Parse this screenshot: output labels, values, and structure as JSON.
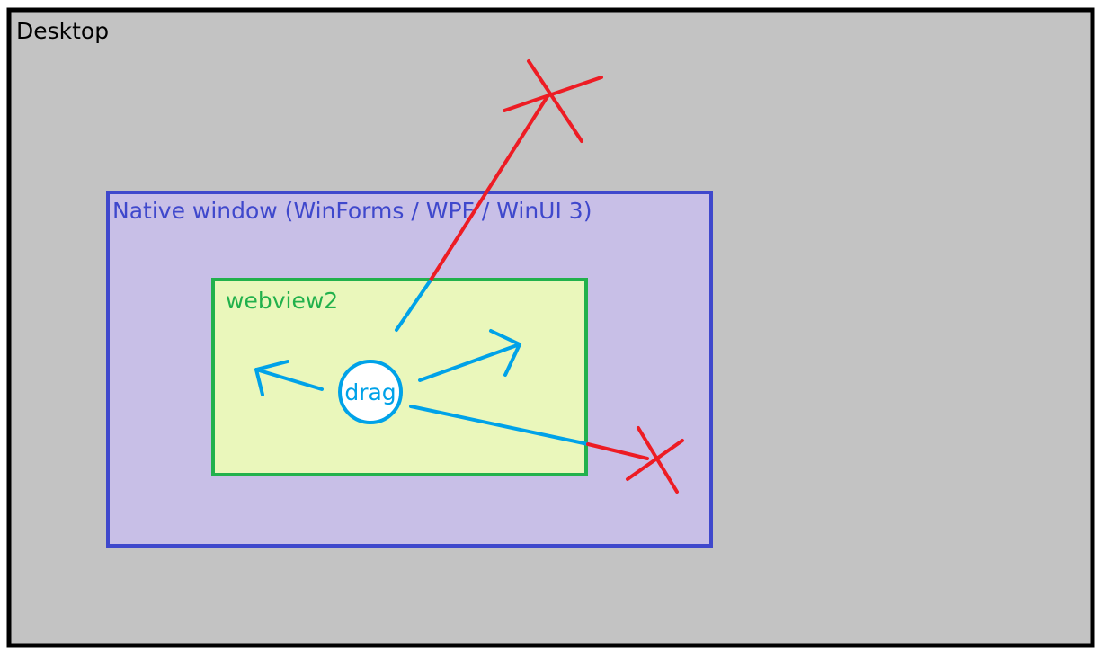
{
  "desktop": {
    "label": "Desktop",
    "fill": "#c3c3c3",
    "border": "#000000"
  },
  "native_window": {
    "label": "Native window (WinForms / WPF / WinUI 3)",
    "fill": "#c8bfe7",
    "border": "#3f48cc",
    "text_color": "#3f48cc"
  },
  "webview": {
    "label": "webview2",
    "fill": "#eaf7bb",
    "border": "#22b14c",
    "text_color": "#22b14c"
  },
  "drag_node": {
    "label": "drag",
    "fill": "#ffffff",
    "border": "#00a2e8",
    "text_color": "#00a2e8"
  },
  "colors": {
    "allowed_drag": "#00a2e8",
    "blocked_drag": "#ed1c24"
  },
  "icons": {
    "blocked_marker": "x-cross-icon",
    "allowed_marker": "arrowhead-icon"
  }
}
